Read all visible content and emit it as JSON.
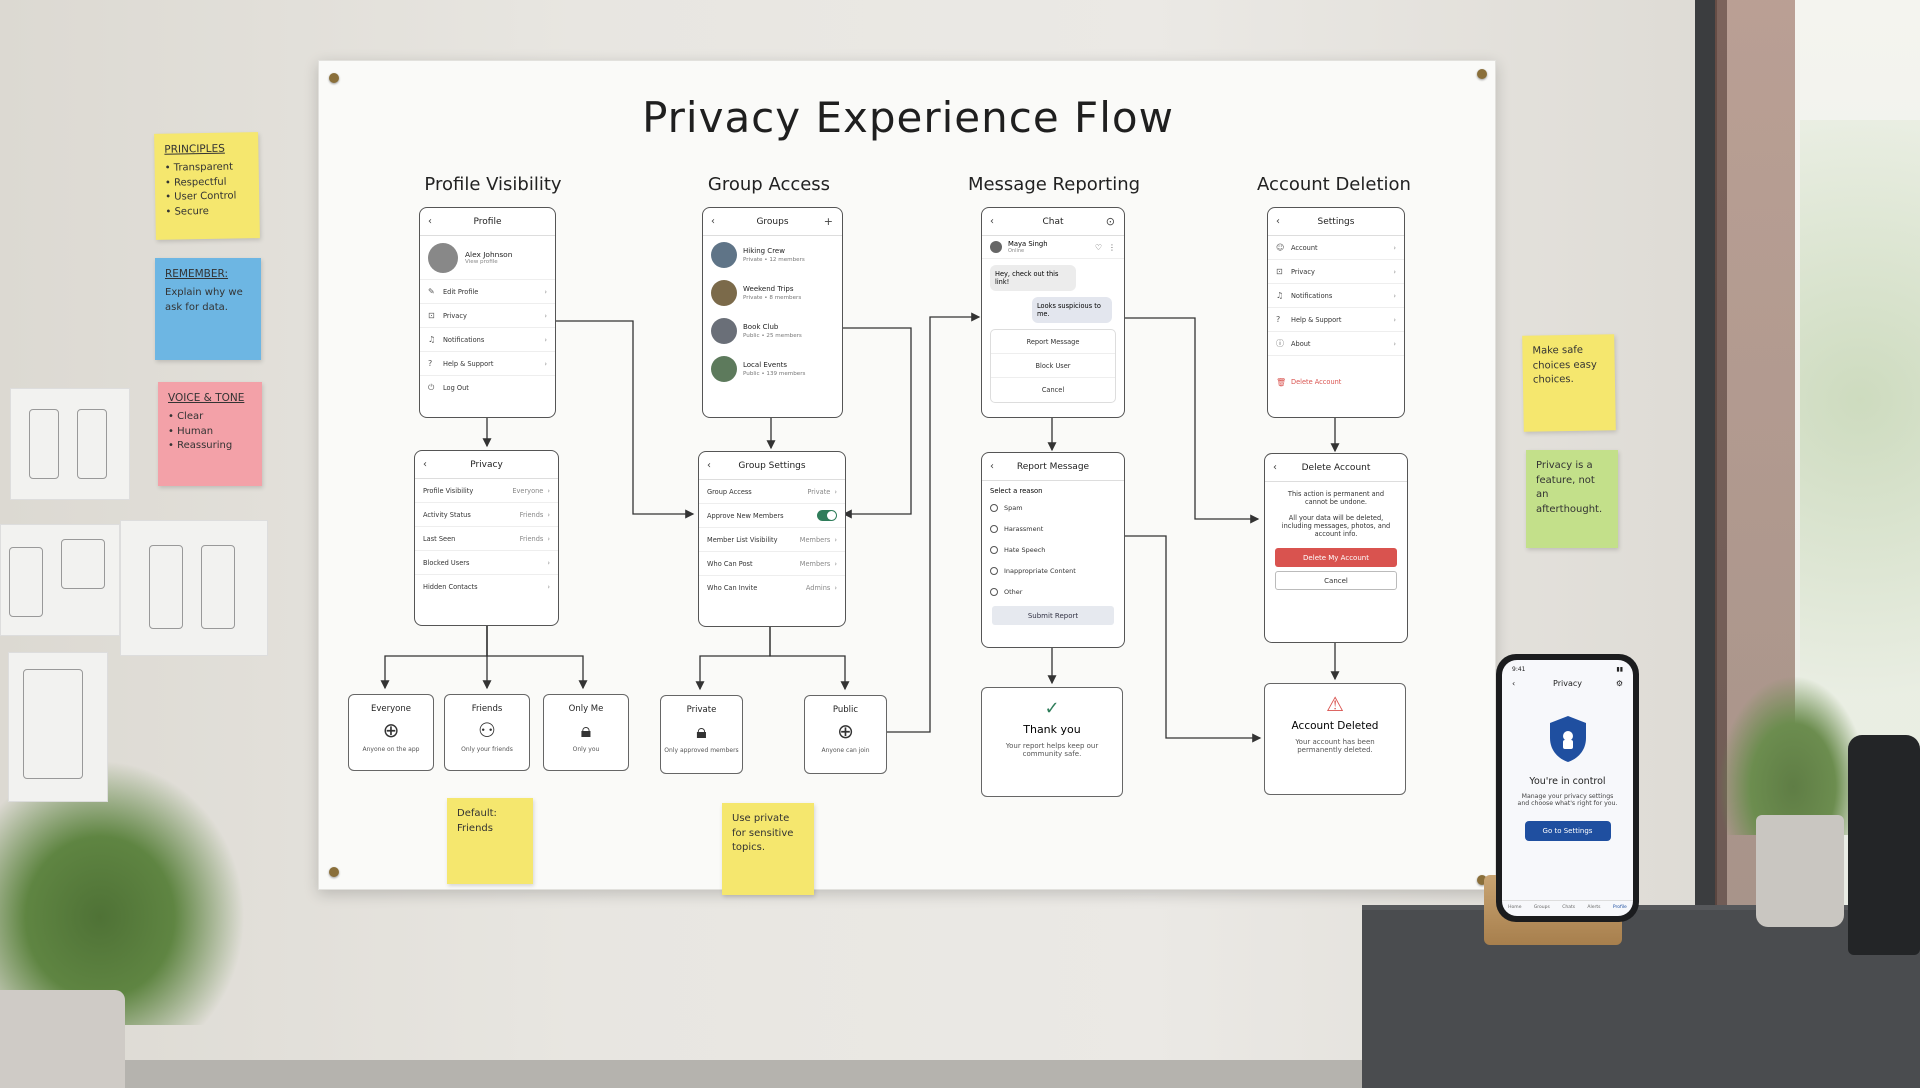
{
  "title": "Privacy Experience Flow",
  "columns": [
    "Profile Visibility",
    "Group Access",
    "Message Reporting",
    "Account Deletion"
  ],
  "sticky_notes": {
    "principles": {
      "heading": "PRINCIPLES",
      "items": [
        "• Transparent",
        "• Respectful",
        "• User Control",
        "• Secure"
      ]
    },
    "remember": {
      "heading": "REMEMBER:",
      "text": "Explain why we ask for data."
    },
    "voice": {
      "heading": "VOICE & TONE",
      "items": [
        "• Clear",
        "• Human",
        "• Reassuring"
      ]
    },
    "default_friends": "Default: Friends",
    "use_private": "Use private for sensitive topics.",
    "make_safe": "Make safe choices easy choices.",
    "privacy_feature": "Privacy is a feature, not an afterthought."
  },
  "profile": {
    "header": "Profile",
    "name": "Alex Johnson",
    "sub": "View profile",
    "items": [
      "Edit Profile",
      "Privacy",
      "Notifications",
      "Help & Support",
      "Log Out"
    ]
  },
  "privacy": {
    "header": "Privacy",
    "rows": [
      {
        "label": "Profile Visibility",
        "value": "Everyone"
      },
      {
        "label": "Activity Status",
        "value": "Friends"
      },
      {
        "label": "Last Seen",
        "value": "Friends"
      },
      {
        "label": "Blocked Users",
        "value": ""
      },
      {
        "label": "Hidden Contacts",
        "value": ""
      }
    ]
  },
  "visibility_options": [
    {
      "title": "Everyone",
      "sub": "Anyone on the app"
    },
    {
      "title": "Friends",
      "sub": "Only your friends"
    },
    {
      "title": "Only Me",
      "sub": "Only you"
    }
  ],
  "groups": {
    "header": "Groups",
    "items": [
      {
        "name": "Hiking Crew",
        "meta": "Private • 12 members"
      },
      {
        "name": "Weekend Trips",
        "meta": "Private • 8 members"
      },
      {
        "name": "Book Club",
        "meta": "Public • 25 members"
      },
      {
        "name": "Local Events",
        "meta": "Public • 139 members"
      }
    ]
  },
  "group_settings": {
    "header": "Group Settings",
    "rows": [
      {
        "label": "Group Access",
        "value": "Private"
      },
      {
        "label": "Approve New Members",
        "value": ""
      },
      {
        "label": "Member List Visibility",
        "value": "Members"
      },
      {
        "label": "Who Can Post",
        "value": "Members"
      },
      {
        "label": "Who Can Invite",
        "value": "Admins"
      }
    ]
  },
  "group_options": [
    {
      "title": "Private",
      "sub": "Only approved members"
    },
    {
      "title": "Public",
      "sub": "Anyone can join"
    }
  ],
  "chat": {
    "header": "Chat",
    "contact": "Maya Singh",
    "status": "Online",
    "msg_in": "Hey, check out this link!",
    "msg_out": "Looks suspicious to me.",
    "actions": [
      "Report Message",
      "Block User",
      "Cancel"
    ]
  },
  "report": {
    "header": "Report Message",
    "prompt": "Select a reason",
    "reasons": [
      "Spam",
      "Harassment",
      "Hate Speech",
      "Inappropriate Content",
      "Other"
    ],
    "submit": "Submit Report"
  },
  "thank_you": {
    "title": "Thank you",
    "text": "Your report helps keep our community safe."
  },
  "settings": {
    "header": "Settings",
    "items": [
      "Account",
      "Privacy",
      "Notifications",
      "Help & Support",
      "About"
    ],
    "delete": "Delete Account"
  },
  "delete_account": {
    "header": "Delete Account",
    "text1": "This action is permanent and cannot be undone.",
    "text2": "All your data will be deleted, including messages, photos, and account info.",
    "confirm": "Delete My Account",
    "cancel": "Cancel"
  },
  "deleted": {
    "title": "Account Deleted",
    "text": "Your account has been permanently deleted."
  },
  "real_phone": {
    "time": "9:41",
    "header": "Privacy",
    "title": "You're in control",
    "text": "Manage your privacy settings and choose what's right for you.",
    "button": "Go to Settings",
    "tabs": [
      "Home",
      "Groups",
      "Chats",
      "Alerts",
      "Profile"
    ]
  },
  "colors": {
    "danger": "#d9534f",
    "primary": "#1f4fa0",
    "toggle": "#2f7d5a",
    "note_yellow": "#f5e76e",
    "note_blue": "#6db6e3",
    "note_pink": "#f3a1a8",
    "note_green": "#c3e08a"
  }
}
